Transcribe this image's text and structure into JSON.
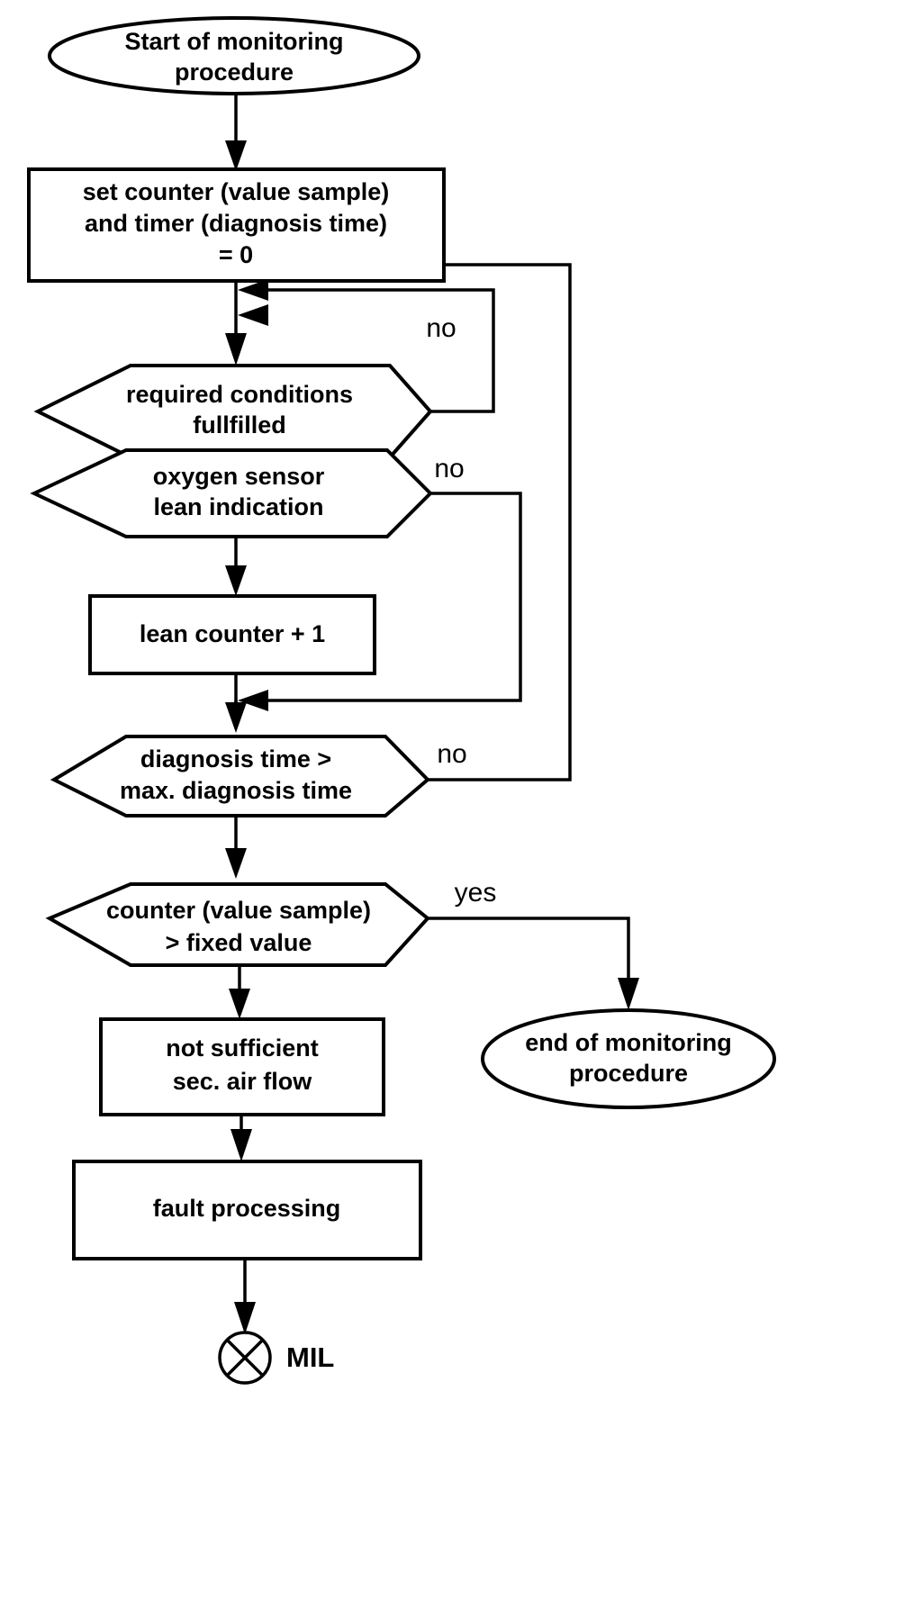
{
  "diagram": {
    "title": "Monitoring procedure flowchart",
    "type": "flowchart",
    "stroke_color": "#000000",
    "fill_color": "#ffffff",
    "background_color": "#ffffff"
  },
  "nodes": {
    "start": {
      "shape": "ellipse",
      "line1": "Start of monitoring",
      "line2": "procedure"
    },
    "init": {
      "shape": "rectangle",
      "line1": "set counter (value sample)",
      "line2": "and timer (diagnosis time)",
      "line3": "= 0"
    },
    "conditions": {
      "shape": "hexagon",
      "line1": "required conditions",
      "line2": "fullfilled"
    },
    "oxygen": {
      "shape": "hexagon",
      "line1": "oxygen sensor",
      "line2": "lean indication"
    },
    "lean_counter": {
      "shape": "rectangle",
      "line1": "lean counter + 1"
    },
    "diagnosis_time": {
      "shape": "hexagon",
      "line1": "diagnosis time >",
      "line2": "max. diagnosis time"
    },
    "counter_check": {
      "shape": "hexagon",
      "line1": "counter (value sample)",
      "line2": "> fixed value"
    },
    "not_sufficient": {
      "shape": "rectangle",
      "line1": "not sufficient",
      "line2": "sec. air flow"
    },
    "fault_processing": {
      "shape": "rectangle",
      "line1": "fault processing"
    },
    "end": {
      "shape": "ellipse",
      "line1": "end of monitoring",
      "line2": "procedure"
    },
    "mil": {
      "shape": "circle-cross",
      "label": "MIL"
    }
  },
  "edge_labels": {
    "conditions_no": "no",
    "oxygen_no": "no",
    "diagnosis_no": "no",
    "counter_yes": "yes"
  },
  "chart_data": {
    "type": "table",
    "title": "Monitoring procedure flowchart",
    "nodes": [
      {
        "id": "start",
        "shape": "ellipse",
        "text": "Start of monitoring procedure"
      },
      {
        "id": "init",
        "shape": "rectangle",
        "text": "set counter (value sample) and timer (diagnosis time) = 0"
      },
      {
        "id": "conditions",
        "shape": "hexagon",
        "text": "required conditions fullfilled"
      },
      {
        "id": "oxygen",
        "shape": "hexagon",
        "text": "oxygen sensor lean indication"
      },
      {
        "id": "lean_counter",
        "shape": "rectangle",
        "text": "lean counter + 1"
      },
      {
        "id": "diagnosis_time",
        "shape": "hexagon",
        "text": "diagnosis time > max. diagnosis time"
      },
      {
        "id": "counter_check",
        "shape": "hexagon",
        "text": "counter (value sample) > fixed value"
      },
      {
        "id": "not_sufficient",
        "shape": "rectangle",
        "text": "not sufficient sec. air flow"
      },
      {
        "id": "fault_processing",
        "shape": "rectangle",
        "text": "fault processing"
      },
      {
        "id": "end",
        "shape": "ellipse",
        "text": "end of monitoring procedure"
      },
      {
        "id": "mil",
        "shape": "circle-cross",
        "text": "MIL"
      }
    ],
    "edges": [
      {
        "from": "start",
        "to": "init",
        "label": ""
      },
      {
        "from": "init",
        "to": "conditions",
        "label": ""
      },
      {
        "from": "conditions",
        "to": "oxygen",
        "label": ""
      },
      {
        "from": "conditions",
        "to": "conditions",
        "label": "no"
      },
      {
        "from": "oxygen",
        "to": "lean_counter",
        "label": ""
      },
      {
        "from": "oxygen",
        "to": "diagnosis_time",
        "label": "no"
      },
      {
        "from": "lean_counter",
        "to": "diagnosis_time",
        "label": ""
      },
      {
        "from": "diagnosis_time",
        "to": "counter_check",
        "label": ""
      },
      {
        "from": "diagnosis_time",
        "to": "conditions",
        "label": "no"
      },
      {
        "from": "counter_check",
        "to": "not_sufficient",
        "label": ""
      },
      {
        "from": "counter_check",
        "to": "end",
        "label": "yes"
      },
      {
        "from": "not_sufficient",
        "to": "fault_processing",
        "label": ""
      },
      {
        "from": "fault_processing",
        "to": "mil",
        "label": ""
      }
    ]
  }
}
